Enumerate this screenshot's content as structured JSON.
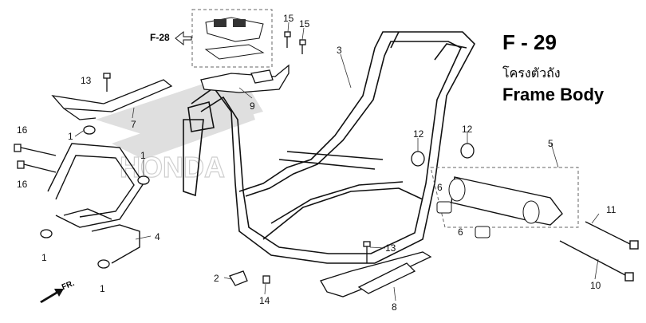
{
  "header": {
    "code": "F - 29",
    "thai_title": "โครงตัวถัง",
    "english_title": "Frame Body"
  },
  "reference": {
    "label": "F-28"
  },
  "direction": {
    "label": "FR."
  },
  "watermark": {
    "text": "HONDA"
  },
  "callouts": [
    {
      "id": "c15a",
      "text": "15"
    },
    {
      "id": "c15b",
      "text": "15"
    },
    {
      "id": "c3",
      "text": "3"
    },
    {
      "id": "c13a",
      "text": "13"
    },
    {
      "id": "c9",
      "text": "9"
    },
    {
      "id": "c7",
      "text": "7"
    },
    {
      "id": "c16a",
      "text": "16"
    },
    {
      "id": "c16b",
      "text": "16"
    },
    {
      "id": "c1a",
      "text": "1"
    },
    {
      "id": "c1b",
      "text": "1"
    },
    {
      "id": "c1c",
      "text": "1"
    },
    {
      "id": "c1d",
      "text": "1"
    },
    {
      "id": "c4",
      "text": "4"
    },
    {
      "id": "c2",
      "text": "2"
    },
    {
      "id": "c14",
      "text": "14"
    },
    {
      "id": "c13b",
      "text": "13"
    },
    {
      "id": "c8",
      "text": "8"
    },
    {
      "id": "c12a",
      "text": "12"
    },
    {
      "id": "c12b",
      "text": "12"
    },
    {
      "id": "c5",
      "text": "5"
    },
    {
      "id": "c6a",
      "text": "6"
    },
    {
      "id": "c6b",
      "text": "6"
    },
    {
      "id": "c11",
      "text": "11"
    },
    {
      "id": "c10",
      "text": "10"
    }
  ]
}
